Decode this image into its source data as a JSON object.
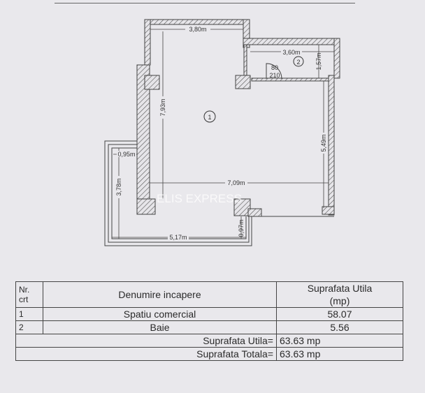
{
  "plan": {
    "rooms": [
      {
        "number": "1"
      },
      {
        "number": "2"
      }
    ],
    "dimensions": {
      "top_width": "3,80m",
      "left_height": "7,93m",
      "bath_width": "3,60m",
      "bath_height": "1,57m",
      "right_height": "5,49m",
      "room_width": "7,09m",
      "terrace_width_small": "0,95m",
      "terrace_height": "3,78m",
      "terrace_length": "5,17m",
      "terrace_depth": "0,97m"
    },
    "door": {
      "width": "80",
      "height": "210"
    },
    "watermark": "ELIS EXPRESS",
    "wall_color": "#555555"
  },
  "table": {
    "headers": {
      "nr": "Nr.",
      "crt": "crt",
      "name": "Denumire incapere",
      "area1": "Suprafata Utila",
      "area2": "(mp)"
    },
    "rows": [
      {
        "nr": "1",
        "name": "Spatiu comercial",
        "area": "58.07"
      },
      {
        "nr": "2",
        "name": "Baie",
        "area": "5.56"
      }
    ],
    "totals": [
      {
        "label": "Suprafata Utila=",
        "value": "63.63 mp"
      },
      {
        "label": "Suprafata Totala=",
        "value": "63.63 mp"
      }
    ]
  }
}
